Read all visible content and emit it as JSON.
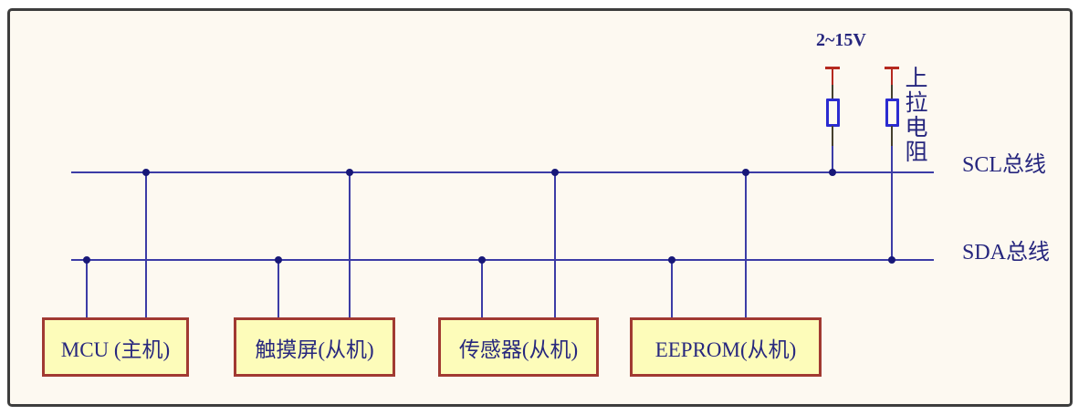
{
  "diagram": {
    "title_semantics": "I2C bus schematic with pull-up resistors",
    "voltage_label": "2~15V",
    "pullup_label": "上拉电阻",
    "buses": [
      {
        "id": "scl",
        "label": "SCL总线"
      },
      {
        "id": "sda",
        "label": "SDA总线"
      }
    ],
    "devices": [
      {
        "id": "mcu",
        "label": "MCU (主机)"
      },
      {
        "id": "touch",
        "label": "触摸屏(从机)"
      },
      {
        "id": "sensor",
        "label": "传感器(从机)"
      },
      {
        "id": "eeprom",
        "label": "EEPROM(从机)"
      }
    ],
    "colors": {
      "frame_border": "#3d3d3d",
      "canvas_bg": "#fdf9f1",
      "wire": "#3c3ca6",
      "junction": "#181878",
      "box_border": "#a13a32",
      "box_fill": "#fdfcba",
      "text": "#26267e",
      "resistor_outline": "#2b2bd0",
      "power_red": "#b5291f"
    }
  }
}
